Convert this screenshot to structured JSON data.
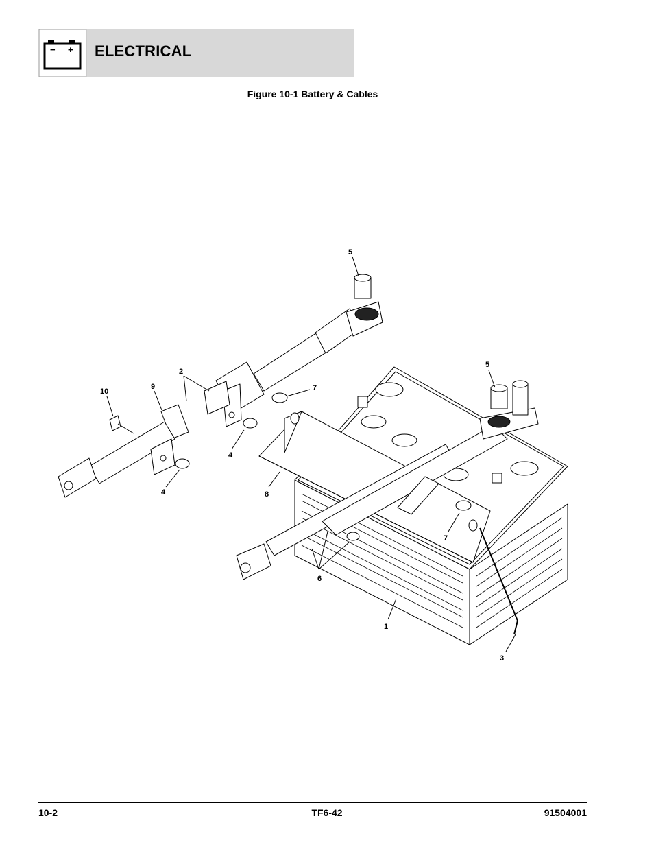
{
  "header": {
    "section_title": "ELECTRICAL",
    "icon": "battery-icon",
    "icon_minus": "−",
    "icon_plus": "+"
  },
  "figure": {
    "title": "Figure 10-1 Battery & Cables"
  },
  "callouts": {
    "c5a": "5",
    "c5b": "5",
    "c2": "2",
    "c10": "10",
    "c9": "9",
    "c7a": "7",
    "c4a": "4",
    "c4b": "4",
    "c8": "8",
    "c7b": "7",
    "c6": "6",
    "c1": "1",
    "c3": "3"
  },
  "footer": {
    "page": "10-2",
    "model": "TF6-42",
    "part_number": "91504001"
  }
}
